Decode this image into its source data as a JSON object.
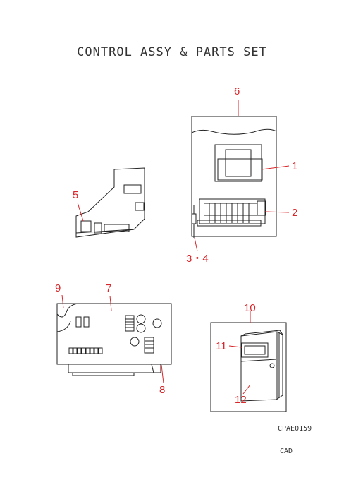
{
  "title": "CONTROL ASSY & PARTS SET",
  "callouts": {
    "c1": "1",
    "c2": "2",
    "c34": "3・4",
    "c5": "5",
    "c6": "6",
    "c7": "7",
    "c8": "8",
    "c9": "9",
    "c10": "10",
    "c11": "11",
    "c12": "12"
  },
  "drawing_code": "CPAE0159",
  "source_tag": "CAD",
  "colors": {
    "callout": "#d8262a",
    "line": "#222222"
  }
}
